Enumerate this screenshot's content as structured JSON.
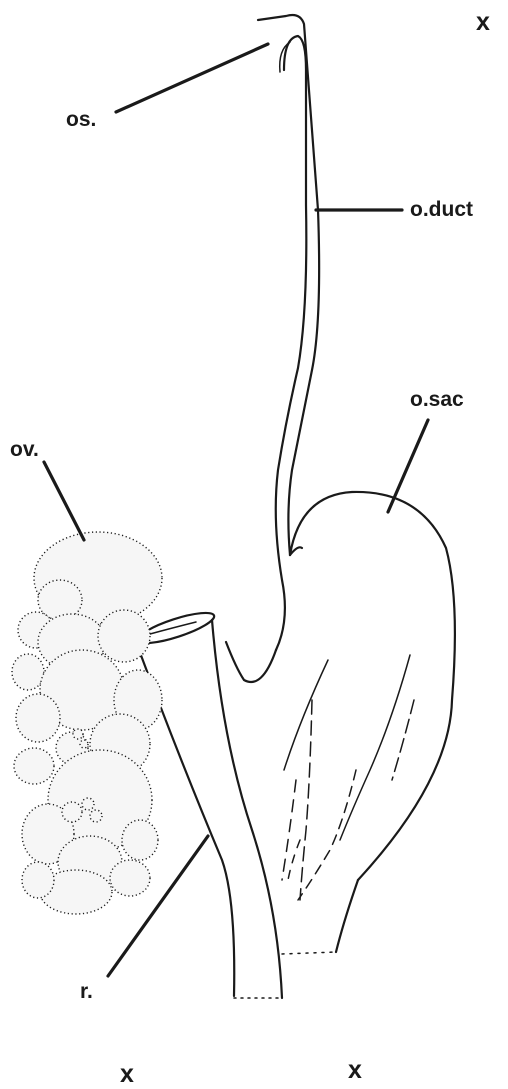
{
  "diagram": {
    "labels": {
      "ostium": "os.",
      "oviduct": "o.duct",
      "ovisac": "o.sac",
      "ovary": "ov.",
      "rectum": "r."
    },
    "cut_marks": {
      "top_right": "x",
      "bottom_left": "x",
      "bottom_right": "x"
    }
  }
}
